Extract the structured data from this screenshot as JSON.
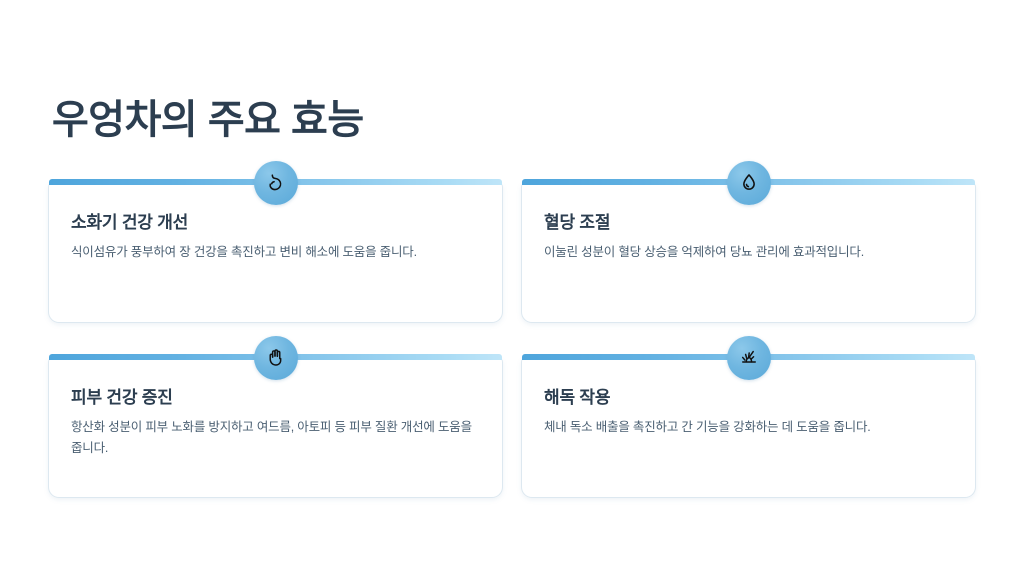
{
  "page": {
    "title": "우엉차의 주요 효능",
    "background_color": "#ffffff",
    "title_color": "#2c3e50",
    "accent_color": "#4ea5dc",
    "icon_circle_color": "#6fb6e0",
    "card_border_color": "#dde8f0",
    "body_text_color": "#4a5f72"
  },
  "cards": [
    {
      "icon": "stomach-icon",
      "title": "소화기 건강 개선",
      "description": "식이섬유가 풍부하여 장 건강을 촉진하고 변비 해소에 도움을 줍니다."
    },
    {
      "icon": "water-drop-icon",
      "title": "혈당 조절",
      "description": "이눌린 성분이 혈당 상승을 억제하여 당뇨 관리에 효과적입니다."
    },
    {
      "icon": "hand-palm-icon",
      "title": "피부 건강 증진",
      "description": "항산화 성분이 피부 노화를 방지하고 여드름, 아토피 등 피부 질환 개선에 도움을 줍니다."
    },
    {
      "icon": "splash-burst-icon",
      "title": "해독 작용",
      "description": "체내 독소 배출을 촉진하고 간 기능을 강화하는 데 도움을 줍니다."
    }
  ]
}
